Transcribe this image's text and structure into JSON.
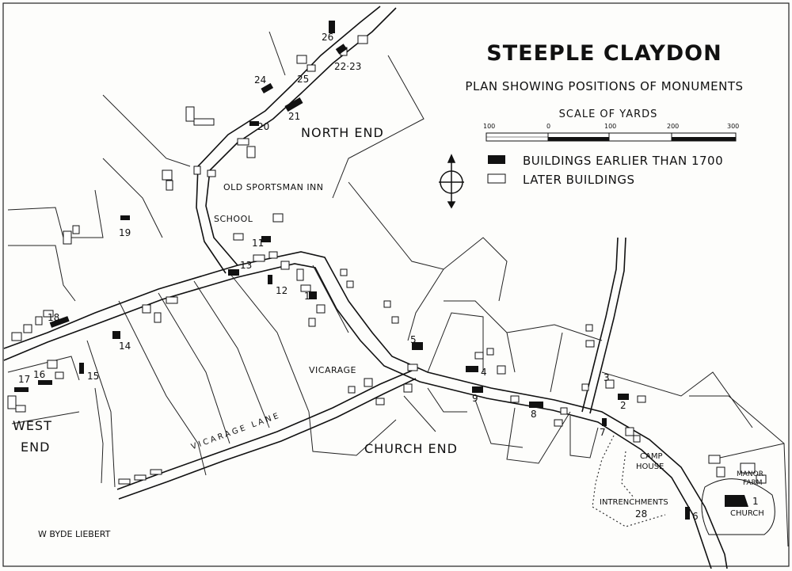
{
  "map": {
    "title": "STEEPLE CLAYDON",
    "subtitle": "PLAN SHOWING POSITIONS OF MONUMENTS",
    "scale": {
      "label": "SCALE OF YARDS",
      "ticks": [
        "100",
        "0",
        "100",
        "200",
        "300"
      ]
    },
    "legend": {
      "early_label": "BUILDINGS EARLIER THAN 1700",
      "later_label": "LATER BUILDINGS",
      "early_color": "#111111",
      "later_color": "#ffffff"
    },
    "areas": {
      "north_end": "NORTH END",
      "west": "WEST",
      "end": "END",
      "church_end": "CHURCH END"
    },
    "places": {
      "inn": "OLD SPORTSMAN INN",
      "school": "SCHOOL",
      "vicarage": "VICARAGE",
      "vicarage_lane": "VICARAGE LANE",
      "camp": "CAMP",
      "house": "HOUSE",
      "manor": "MANOR",
      "farm": "FARM",
      "intrenchments": "INTRENCHMENTS",
      "church": "CHURCH"
    },
    "monuments": {
      "m1": "1",
      "m2": "2",
      "m3": "3",
      "m4": "4",
      "m5": "5",
      "m6": "6",
      "m7": "7",
      "m8": "8",
      "m9": "9",
      "m10": "10",
      "m11": "11",
      "m12": "12",
      "m13": "13",
      "m14": "14",
      "m15": "15",
      "m16": "16",
      "m17": "17",
      "m18": "18",
      "m19": "19",
      "m20": "20",
      "m21": "21",
      "m22_23": "22·23",
      "m24": "24",
      "m25": "25",
      "m26": "26",
      "m28": "28"
    },
    "credit": "W BYDE LIEBERT"
  }
}
